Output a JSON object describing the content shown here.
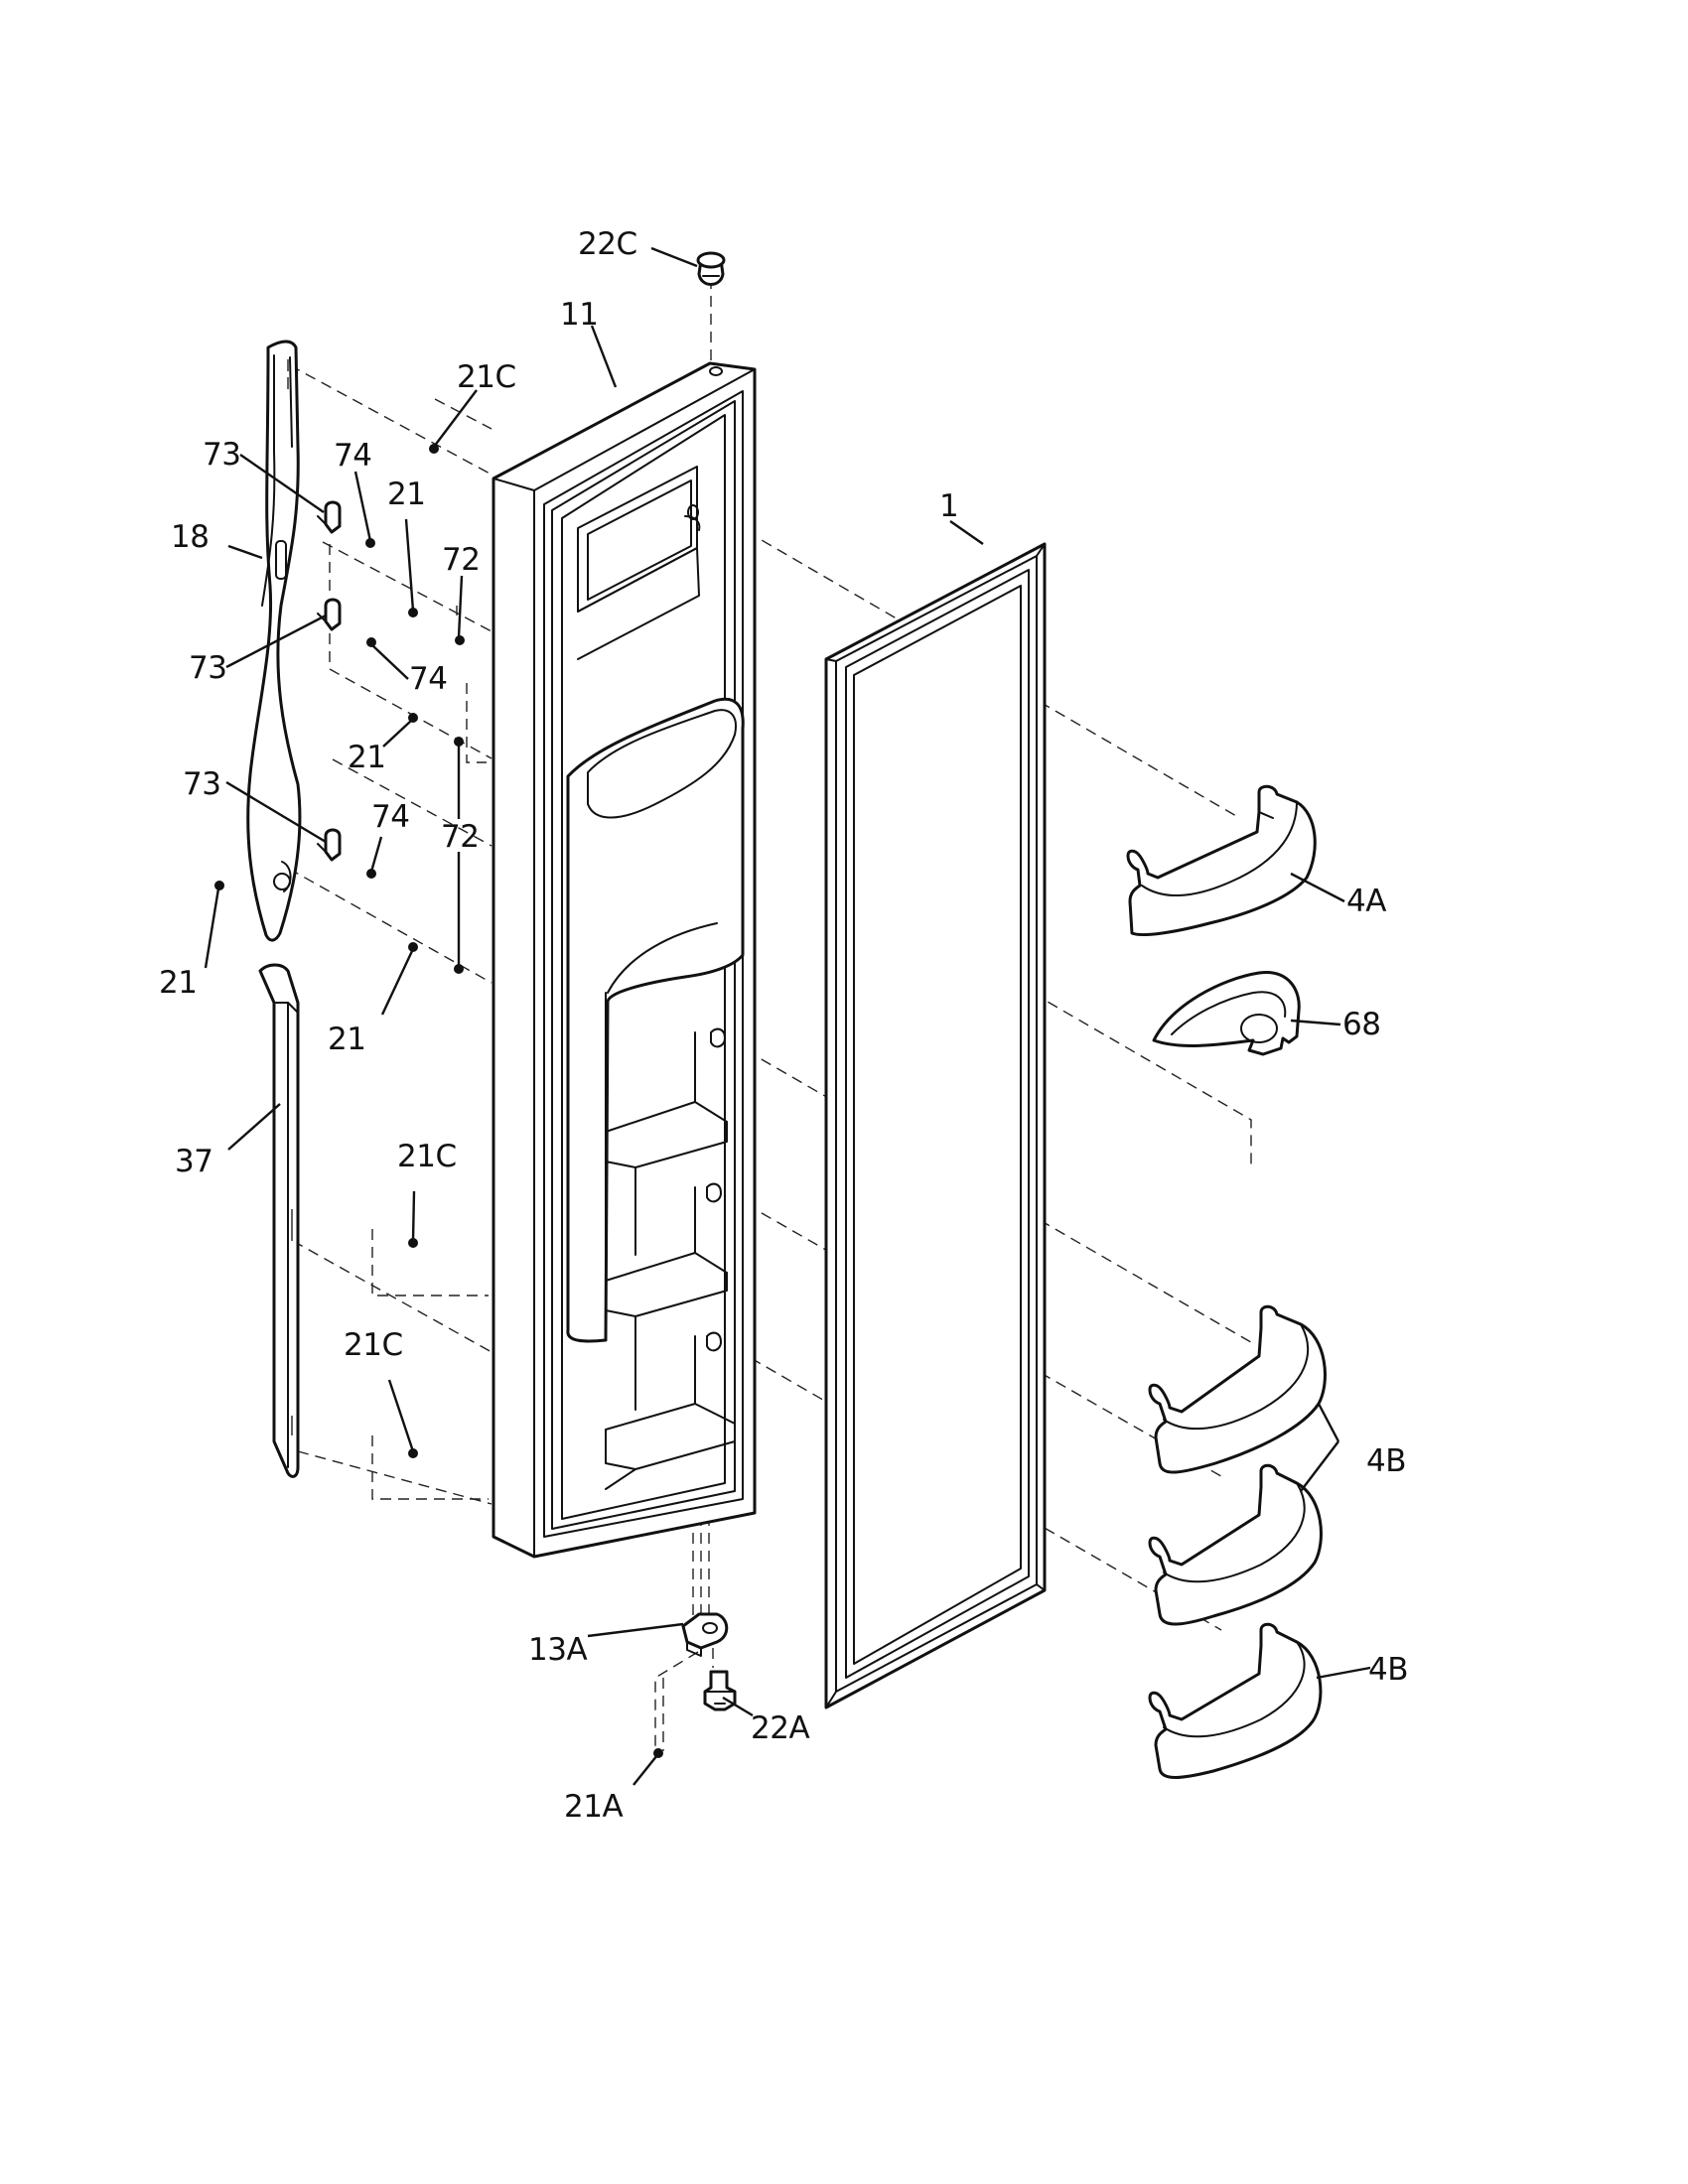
{
  "diagram": {
    "kind": "exploded-parts-view",
    "colors": {
      "ink": "#111111",
      "paper": "#ffffff"
    },
    "callouts": [
      {
        "id": "c-22C-top",
        "label": "22C"
      },
      {
        "id": "c-11",
        "label": "11"
      },
      {
        "id": "c-21C-top",
        "label": "21C"
      },
      {
        "id": "c-73-1",
        "label": "73"
      },
      {
        "id": "c-74-1",
        "label": "74"
      },
      {
        "id": "c-18",
        "label": "18"
      },
      {
        "id": "c-21-1",
        "label": "21"
      },
      {
        "id": "c-72-1",
        "label": "72"
      },
      {
        "id": "c-1",
        "label": "1"
      },
      {
        "id": "c-73-2",
        "label": "73"
      },
      {
        "id": "c-74-2",
        "label": "74"
      },
      {
        "id": "c-21-2",
        "label": "21"
      },
      {
        "id": "c-73-3",
        "label": "73"
      },
      {
        "id": "c-74-3",
        "label": "74"
      },
      {
        "id": "c-72-2",
        "label": "72"
      },
      {
        "id": "c-4A",
        "label": "4A"
      },
      {
        "id": "c-21-3",
        "label": "21"
      },
      {
        "id": "c-21-4",
        "label": "21"
      },
      {
        "id": "c-68",
        "label": "68"
      },
      {
        "id": "c-37",
        "label": "37"
      },
      {
        "id": "c-21C-mid",
        "label": "21C"
      },
      {
        "id": "c-21C-low",
        "label": "21C"
      },
      {
        "id": "c-4B-1",
        "label": "4B"
      },
      {
        "id": "c-13A",
        "label": "13A"
      },
      {
        "id": "c-4B-2",
        "label": "4B"
      },
      {
        "id": "c-22A",
        "label": "22A"
      },
      {
        "id": "c-21A",
        "label": "21A"
      }
    ]
  }
}
